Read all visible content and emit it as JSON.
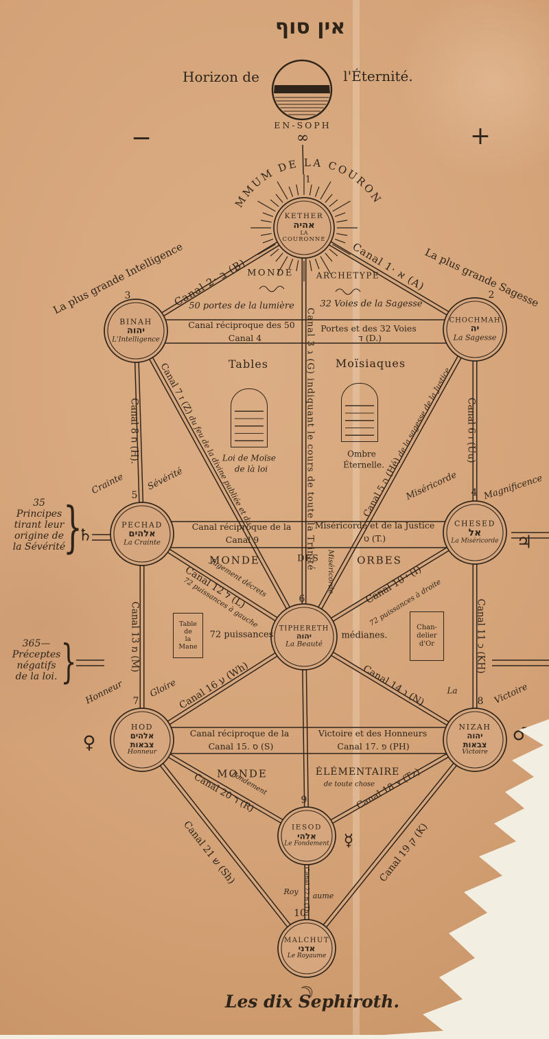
{
  "page": {
    "hebrew_top": "אין סוף",
    "horizon_left": "Horizon de",
    "horizon_right": "l'Éternité.",
    "en_soph": "EN-SOPH",
    "infinity": "∞",
    "minus": "−",
    "plus": "+",
    "arc_title": "SUMMUM DE LA COURONNE",
    "caption": "Les dix Sephiroth."
  },
  "seph": {
    "kether": {
      "number": "1",
      "name": "KETHER",
      "hebrew": "אהיה",
      "line1": "LA",
      "line2": "COURONNE"
    },
    "chochmah": {
      "number": "2",
      "name": "CHOCHMAH",
      "hebrew": "יה",
      "subtitle": "La Sagesse",
      "above": "La plus grande Sagesse"
    },
    "binah": {
      "number": "3",
      "name": "BINAH",
      "hebrew": "יהוה",
      "subtitle": "L'Intelligence",
      "above": "La plus grande Intelligence"
    },
    "chesed": {
      "number": "4",
      "name": "CHESED",
      "hebrew": "אל",
      "subtitle": "La Miséricorde",
      "label_left": "Miséricorde",
      "label_right": "Magnificence",
      "planet": "♃"
    },
    "pechad": {
      "number": "5",
      "name": "PECHAD",
      "hebrew": "אלהים",
      "subtitle": "La Crainte",
      "label_left": "Crainte",
      "label_right": "Sévérité",
      "planet": "♄"
    },
    "tiphereth": {
      "number": "6",
      "name": "TIPHERETH",
      "hebrew": "יהוה",
      "subtitle": "La Beauté"
    },
    "hod": {
      "number": "7",
      "name": "HOD",
      "hebrew1": "אלהים",
      "hebrew2": "צבאות",
      "subtitle": "Honneur",
      "label_left": "Honneur",
      "label_right": "Gloire",
      "planet": "♀"
    },
    "nizah": {
      "number": "8",
      "name": "NIZAH",
      "hebrew1": "יהוה",
      "hebrew2": "צבאות",
      "subtitle": "Victoire",
      "label_left": "La",
      "label_right": "Victoire",
      "planet": "♂"
    },
    "iesod": {
      "number": "9",
      "name": "IESOD",
      "hebrew": "אלהי",
      "subtitle": "Le Fondement",
      "planet": "☿"
    },
    "malchut": {
      "number": "10",
      "name": "MALCHUT",
      "hebrew": "אדני",
      "subtitle": "Le Royaume",
      "planet": "☽"
    }
  },
  "canals": {
    "c1": "Canal 1· א (A)",
    "c2": "Canal 2· ב (B)",
    "c3": "Canal 3 ג (G) indiquant le cours de toute la Trinité",
    "c4_line1_left": "Canal réciproque des 50",
    "c4_line1_right": "Portes et des 32 Voies",
    "c4_line2_left": "Canal 4",
    "c4_line2_right": "ד (D.)",
    "c5": "Canal 5 ה (Hé)",
    "c5_script": "de la sagesse de la Justice",
    "c6": "Canal 6 ו (Uu)",
    "c7": "Canal 7 ז (Z)",
    "c7_script": "du feu de la divine publiée et du",
    "c8": "Canal 8 ח (H).",
    "c9_line1_left": "Canal réciproque de la",
    "c9_line1_right": "Miséricorde et de la Justice",
    "c9_line2_left": "Canal 9",
    "c9_line2_right": "ט (T.)",
    "c10": "Canal 10 י (I)",
    "c11": "Canal 11 כ (KH)",
    "c12": "Canal 12 ל (L)",
    "c13": "Canal 13 מ (M)",
    "c14": "Canal 14 נ (N)",
    "c15_line1": "Canal réciproque de la",
    "c15_line2": "Canal 15. ס (S)",
    "c16": "Canal 16 ע (Wh)",
    "c17_line1": "Victoire et des Honneurs",
    "c17_line2": "Canal 17. פ (PH)",
    "c18": "Canal 18 צ (Tz)",
    "c19": "Canal 19 ק (K)",
    "c20": "Canal 20 ר (R)",
    "c20_script": "Fondement",
    "c21": "Canal 21 ש (Sh)",
    "c22": "Canal 22 ת (Th)",
    "c22_left": "Roy",
    "c22_right": "aume",
    "misericorde_vertical": "Miséricorde"
  },
  "worlds": {
    "archetype_left": "MONDE",
    "archetype_right": "ARCHETYPE",
    "portes": "50 portes de la lumière",
    "voies": "32 Voies de la Sagesse",
    "orbes_left": "MONDE",
    "orbes_mid": "DES",
    "orbes_right": "ORBES",
    "elem_left": "MONDE",
    "elem_right": "ÉLÉMENTAIRE",
    "elem_sub": "de toute chose"
  },
  "tables": {
    "left_title": "Tables",
    "right_title": "Moïsiaques",
    "left_cap1": "Loi de Moïse",
    "left_cap2": "de là loi",
    "right_cap1": "Ombre",
    "right_cap2": "Éternelle.",
    "mane": [
      "Table",
      "de",
      "la",
      "Mane"
    ],
    "chandelier": [
      "Chan-",
      "delier",
      "d'Or"
    ]
  },
  "annotations": {
    "puissances": "72 puissances",
    "medianes": "médianes.",
    "p_gauche": "72 puissances à gauche",
    "p_droite": "72 puissances à droite",
    "jugement": "Jugement décrets",
    "note1": [
      "35",
      "Principes",
      "tirant leur",
      "origine de",
      "la Sévérité"
    ],
    "note2": [
      "365—",
      "Préceptes",
      "négatifs",
      "de la loi."
    ],
    "brace": "}"
  },
  "colors": {
    "paper": "#d4a277",
    "ink": "#2e241a"
  }
}
